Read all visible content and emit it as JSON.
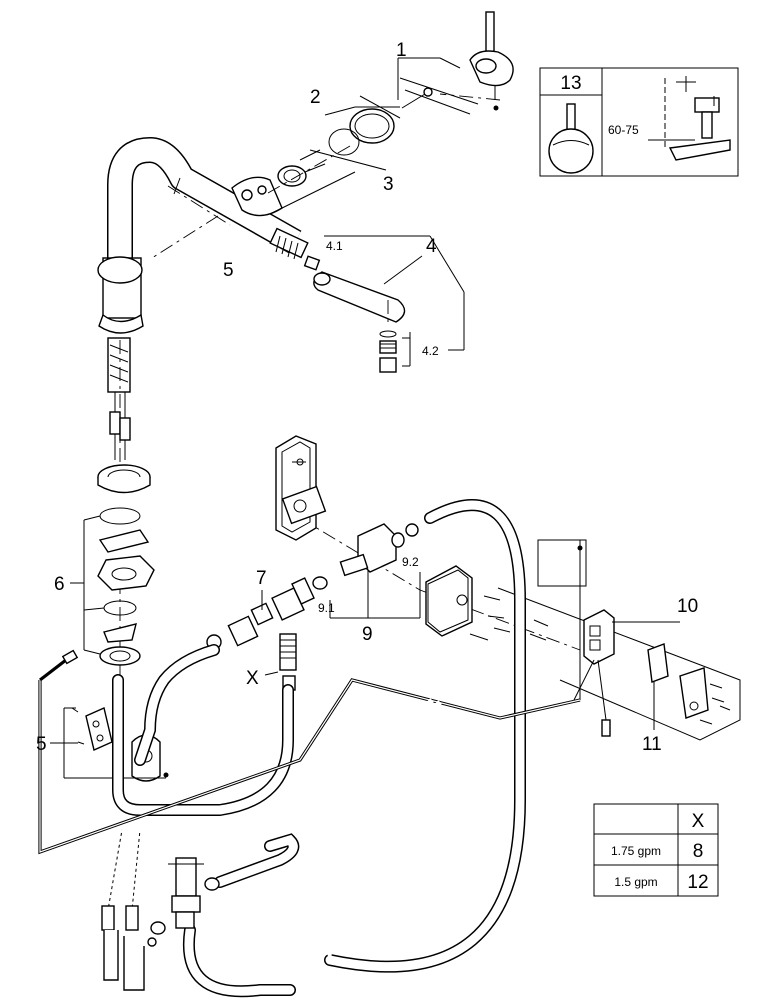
{
  "callouts": {
    "c1": "1",
    "c2": "2",
    "c3": "3",
    "c4": "4",
    "c4_1": "4.1",
    "c4_2": "4.2",
    "c5_top": "5",
    "c5_bottom": "5",
    "c6": "6",
    "c7": "7",
    "c9": "9",
    "c9_1": "9.1",
    "c9_2": "9.2",
    "c10": "10",
    "c11": "11",
    "cX": "X"
  },
  "inset": {
    "part_number": "13",
    "dimension": "60-75"
  },
  "flow_table": {
    "header": [
      "",
      "X"
    ],
    "rows": [
      [
        "1.75 gpm",
        "8"
      ],
      [
        "1.5 gpm",
        "12"
      ]
    ]
  }
}
